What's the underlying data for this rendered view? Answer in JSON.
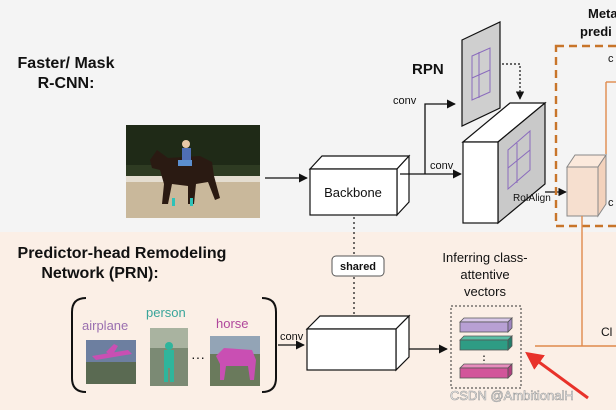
{
  "top_section": {
    "title_line1": "Faster/ Mask",
    "title_line2": "R-CNN:"
  },
  "bottom_section": {
    "title_line1": "Predictor-head Remodeling",
    "title_line2": "Network (PRN):"
  },
  "rpn_label": "RPN",
  "backbone_label": "Backbone",
  "conv_label": "conv",
  "roialign_label": "RoIAlign",
  "shared_label": "shared",
  "meta_label_line1": "Meta",
  "meta_label_line2": "predi",
  "meta_fragment_1": "c",
  "meta_fragment_2": "c",
  "class_fragment": "Cl",
  "inferring_line1": "Inferring class-",
  "inferring_line2": "attentive",
  "inferring_line3": "vectors",
  "vector_ellipsis": "⋮",
  "support_classes": [
    {
      "name": "airplane",
      "color": "#9a6fb0"
    },
    {
      "name": "person",
      "color": "#3aa59a"
    },
    {
      "name": "horse",
      "color": "#b0479c"
    }
  ],
  "support_ellipsis": "···",
  "watermark": "CSDN @AmbitionalH",
  "colors": {
    "top_bg": "#f4f4f4",
    "bottom_bg": "#fbefe6",
    "meta_dashed": "#c8752a",
    "arrow_red": "#e8322a",
    "orange_line": "#e08a4c",
    "vector_purple": "#b8a0d4",
    "vector_teal": "#2e9c84",
    "vector_pink": "#d2559a"
  }
}
